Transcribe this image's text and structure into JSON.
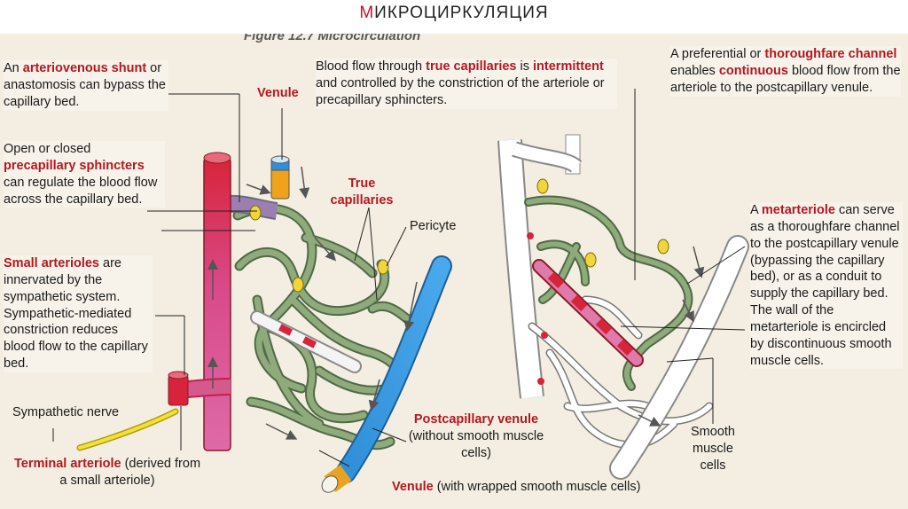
{
  "slide_title_first": "М",
  "slide_title_rest": "ИКРОЦИРКУЛЯЦИЯ",
  "figure_caption": "Figure 12.7 Microcirculation",
  "callouts": {
    "shunt": {
      "pre": "An ",
      "hl": "arteriovenous shunt",
      "post": " or anastomosis can bypass the capillary bed."
    },
    "sphincters": {
      "pre": "Open or closed ",
      "hl": "precapillary sphincters",
      "post": " can regulate the blood flow across the capillary bed."
    },
    "arterioles": {
      "hl": "Small arterioles",
      "post": " are innervated by the sympathetic system. Sympathetic-mediated constriction reduces blood flow to the capillary bed."
    },
    "true_capillaries": {
      "pre": "Blood flow through ",
      "hl1": "true capillaries",
      "mid1": " is ",
      "hl2": "intermittent",
      "post": " and controlled by the constriction of the arteriole or precapillary sphincters."
    },
    "thoroughfare": {
      "pre": "A preferential or ",
      "hl1": "thoroughfare channel",
      "mid1": " enables ",
      "hl2": "continuous",
      "post": " blood flow from the arteriole to the postcapillary venule."
    },
    "metarteriole": {
      "pre": "A ",
      "hl": "metarteriole",
      "post": " can serve as a thoroughfare channel to the postcapillary venule (bypassing the capillary bed), or as a conduit to supply the capillary bed. The wall of the metarteriole is encircled by discontinuous smooth muscle cells."
    }
  },
  "labels": {
    "venule_top": "Venule",
    "true_capillaries": "True capillaries",
    "pericyte": "Pericyte",
    "sympathetic_nerve": "Sympathetic nerve",
    "terminal_arteriole_hl": "Terminal arteriole",
    "terminal_arteriole_rest": " (derived from a small arteriole)",
    "postcapillary_venule_hl": "Postcapillary venule",
    "postcapillary_venule_rest": "(without smooth muscle cells)",
    "venule_bottom_hl": "Venule",
    "venule_bottom_rest": " (with wrapped smooth muscle cells)",
    "smooth_muscle_cells": "Smooth muscle cells"
  },
  "colors": {
    "accent_red": "#b3181f",
    "arteriole_red": "#d8243a",
    "arteriole_pink": "#de6aa8",
    "capillary_green": "#7f9a6c",
    "venule_blue": "#2f8fd8",
    "nerve_yellow": "#f1e23a",
    "page_bg": "#f3eee1"
  }
}
